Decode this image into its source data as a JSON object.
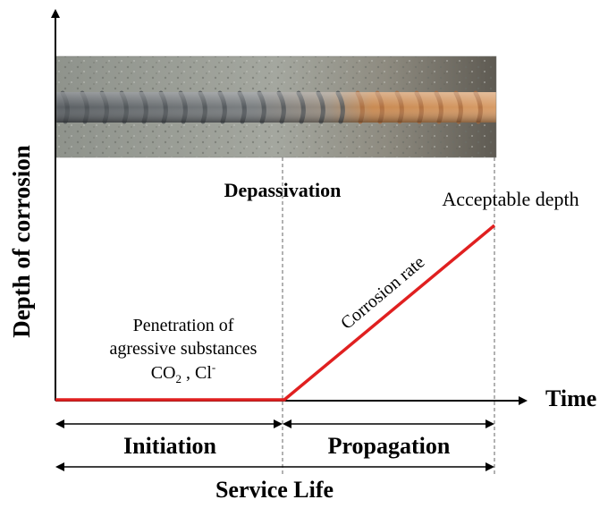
{
  "diagram": {
    "y_axis_label": "Depth of corrosion",
    "x_axis_label": "Time",
    "depassivation_label": "Depassivation",
    "acceptable_depth_label": "Acceptable depth",
    "corrosion_rate_label": "Corrosion rate",
    "penetration": {
      "line1": "Penetration of",
      "line2": "agressive substances",
      "co2_main": "CO",
      "co2_sub": "2",
      "separator": " , ",
      "cl_main": "Cl",
      "cl_sup": "-"
    },
    "phases": {
      "initiation": "Initiation",
      "propagation": "Propagation",
      "service_life": "Service Life"
    },
    "colors": {
      "corrosion_line": "#e02020",
      "axes": "#000000",
      "concrete": "#9a9d95",
      "rebar": "#6f7376",
      "rust": "#c88a55"
    }
  }
}
